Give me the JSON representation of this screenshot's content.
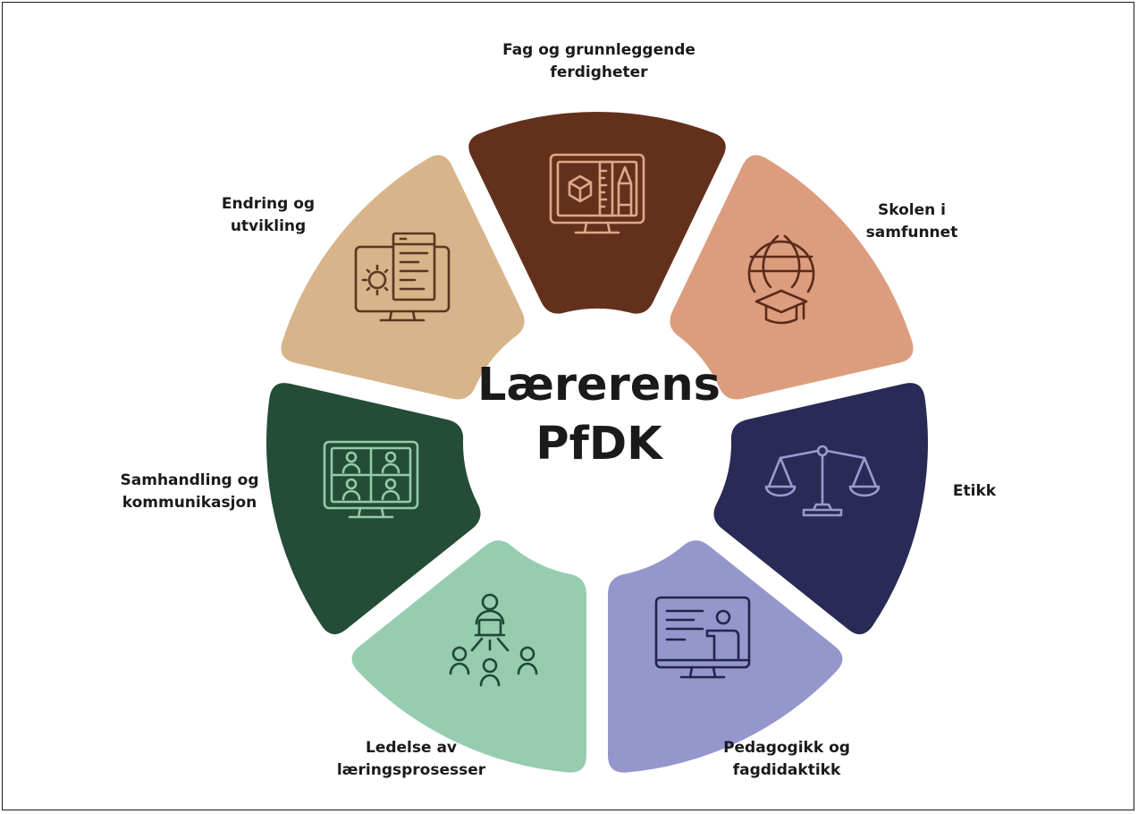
{
  "diagram": {
    "center": {
      "line1": "Lærerens",
      "line2": "PfDK"
    },
    "segments": [
      {
        "key": "fag",
        "label_lines": [
          "Fag og grunnleggende",
          "ferdigheter"
        ],
        "color": "#63301c",
        "icon_color": "#dfa88a",
        "icon": "computer-3d-ruler-icon"
      },
      {
        "key": "skolen",
        "label_lines": [
          "Skolen i",
          "samfunnet"
        ],
        "color": "#dc9d7f",
        "icon_color": "#5a2a19",
        "icon": "globe-graduation-cap-icon"
      },
      {
        "key": "etikk",
        "label_lines": [
          "Etikk"
        ],
        "color": "#292a55",
        "icon_color": "#9a9ad2",
        "icon": "scales-icon"
      },
      {
        "key": "pedagogikk",
        "label_lines": [
          "Pedagogikk og",
          "fagdidaktikk"
        ],
        "color": "#9496cc",
        "icon_color": "#23244c",
        "icon": "computer-presentation-icon"
      },
      {
        "key": "ledelse",
        "label_lines": [
          "Ledelse av",
          "læringsprosesser"
        ],
        "color": "#96ccb0",
        "icon_color": "#1e4935",
        "icon": "teacher-network-icon"
      },
      {
        "key": "samhandling",
        "label_lines": [
          "Samhandling og",
          "kommunikasjon"
        ],
        "color": "#244c37",
        "icon_color": "#93cbab",
        "icon": "video-conference-icon"
      },
      {
        "key": "endring",
        "label_lines": [
          "Endring og",
          "utvikling"
        ],
        "color": "#d7b489",
        "icon_color": "#5b3520",
        "icon": "computer-code-gear-icon"
      }
    ]
  }
}
